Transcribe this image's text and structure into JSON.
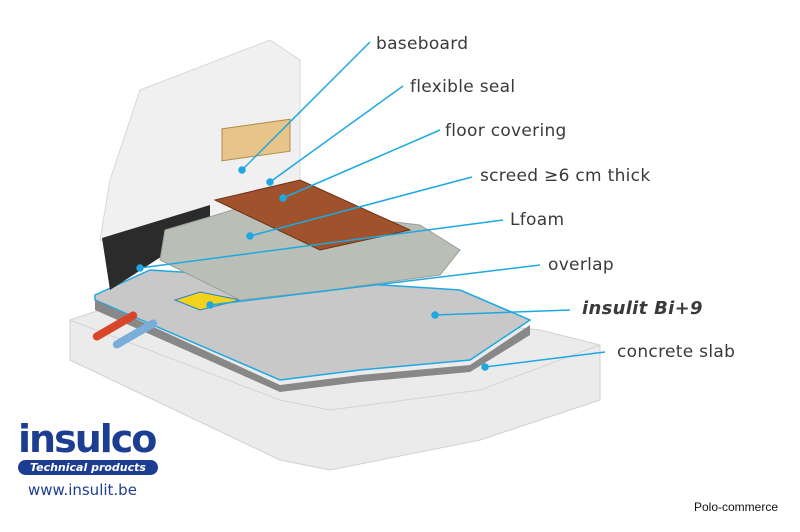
{
  "labels": {
    "baseboard": "baseboard",
    "flexible_seal": "flexible seal",
    "floor_covering": "floor covering",
    "screed": "screed ≥6 cm thick",
    "lfoam": "Lfoam",
    "overlap": "overlap",
    "insulit": "insulit Bi+9",
    "concrete_slab": "concrete slab"
  },
  "logo": {
    "name": "insulco",
    "tagline": "Technical products",
    "url": "www.insulit.be"
  },
  "credit": "Polo-commerce",
  "colors": {
    "leader_line": "#1fa8e0",
    "brand": "#1d3d93",
    "wood": "#a0522d",
    "screed": "#b9bfb6"
  }
}
